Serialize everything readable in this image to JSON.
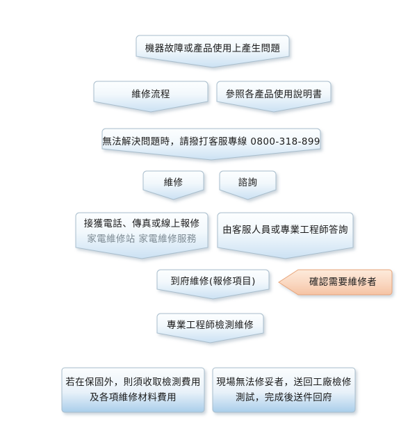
{
  "chart_data": {
    "type": "diagram",
    "title": "維修流程",
    "diagram_kind": "flowchart",
    "orientation": "top-to-bottom",
    "background": "#ffffff",
    "palette": {
      "node_fill_top": "#fbfdfe",
      "node_fill_bottom": "#cfe3f4",
      "node_border": "#a8bdcc",
      "node_text": "#1a1a1a",
      "node_subtext": "#7d8a93",
      "callout_fill_top": "#fde3d0",
      "callout_fill_bottom": "#f9cdb3",
      "callout_border": "#e8a57a",
      "shadow": "#b9c6d0"
    },
    "node_count": 12,
    "levels": [
      {
        "level": 1,
        "nodes": [
          "problem"
        ]
      },
      {
        "level": 2,
        "nodes": [
          "repair-flow",
          "manual"
        ]
      },
      {
        "level": 3,
        "nodes": [
          "hotline"
        ]
      },
      {
        "level": 4,
        "nodes": [
          "repair",
          "consult"
        ]
      },
      {
        "level": 5,
        "nodes": [
          "intake",
          "answer"
        ]
      },
      {
        "level": 6,
        "nodes": [
          "onsite",
          "confirm-callout"
        ]
      },
      {
        "level": 7,
        "nodes": [
          "engineer"
        ]
      },
      {
        "level": 8,
        "nodes": [
          "fee",
          "factory"
        ]
      }
    ]
  },
  "nodes": {
    "problem": {
      "label": "機器故障或產品使用上產生問題",
      "shape": "chevron-down",
      "style": "blue"
    },
    "repair_flow": {
      "label": "維修流程",
      "shape": "chevron-down",
      "style": "blue"
    },
    "manual": {
      "label": "參照各產品使用說明書",
      "shape": "chevron-down",
      "style": "blue"
    },
    "hotline": {
      "label": "無法解決問題時，請撥打客服專線 0800-318-899",
      "phone": "0800-318-899",
      "shape": "chevron-down",
      "style": "blue"
    },
    "repair": {
      "label": "維修",
      "shape": "chevron-down",
      "style": "blue"
    },
    "consult": {
      "label": "諮詢",
      "shape": "chevron-down",
      "style": "blue"
    },
    "intake": {
      "label_line1": "接獲電話、傳真或線上報修",
      "label_line2": "家電維修站 家電維修服務",
      "shape": "chevron-down",
      "style": "blue"
    },
    "answer": {
      "label": "由客服人員或專業工程師答詢",
      "shape": "chevron-down",
      "style": "blue"
    },
    "onsite": {
      "label": "到府維修(報修項目)",
      "shape": "chevron-down",
      "style": "blue"
    },
    "confirm_callout": {
      "label": "確認需要維修者",
      "shape": "arrow-left",
      "style": "orange"
    },
    "engineer": {
      "label": "專業工程師檢測維修",
      "shape": "chevron-down",
      "style": "blue"
    },
    "fee": {
      "label_line1": "若在保固外，則須收取檢測費用",
      "label_line2": "及各項維修材料費用",
      "shape": "rounded-rect",
      "style": "blue-solid"
    },
    "factory": {
      "label_line1": "現場無法修妥者，送回工廠檢修",
      "label_line2": "測試，完成後送件回府",
      "shape": "rounded-rect",
      "style": "blue-solid"
    }
  }
}
